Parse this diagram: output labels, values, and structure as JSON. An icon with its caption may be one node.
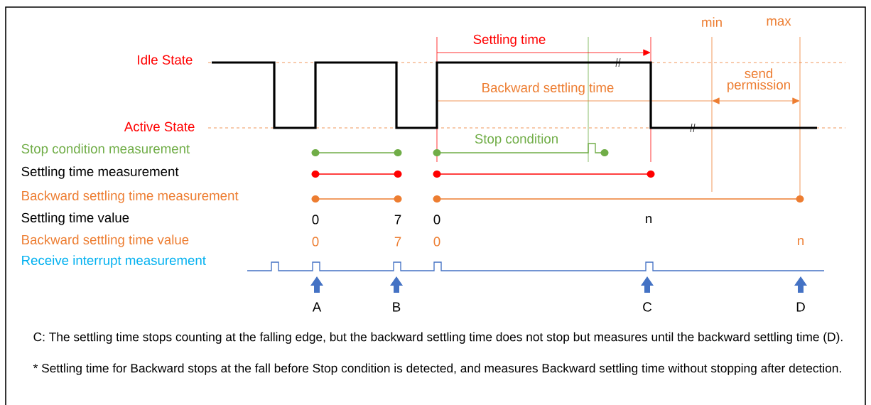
{
  "diagram": {
    "labels": [
      "min",
      "max",
      "Settling time",
      "Idle State",
      "send permission",
      "Backward settling time",
      "Active State",
      "Stop condition",
      "Stop condition measurement",
      "Settling time measurement",
      "Backward settling time measurement",
      "Settling time value",
      "0",
      "7",
      "0",
      "n",
      "Backward settling time value",
      "0",
      "7",
      "0",
      "n",
      "Receive interrupt measurement",
      "A",
      "B",
      "C",
      "D",
      "C: The settling time stops counting at the falling edge, but the backward settling time does not stop but measures until the backward settling time (D).",
      "* Settling time for Backward stops at the fall before Stop condition is detected, and measures Backward settling time without stopping after detection."
    ]
  }
}
